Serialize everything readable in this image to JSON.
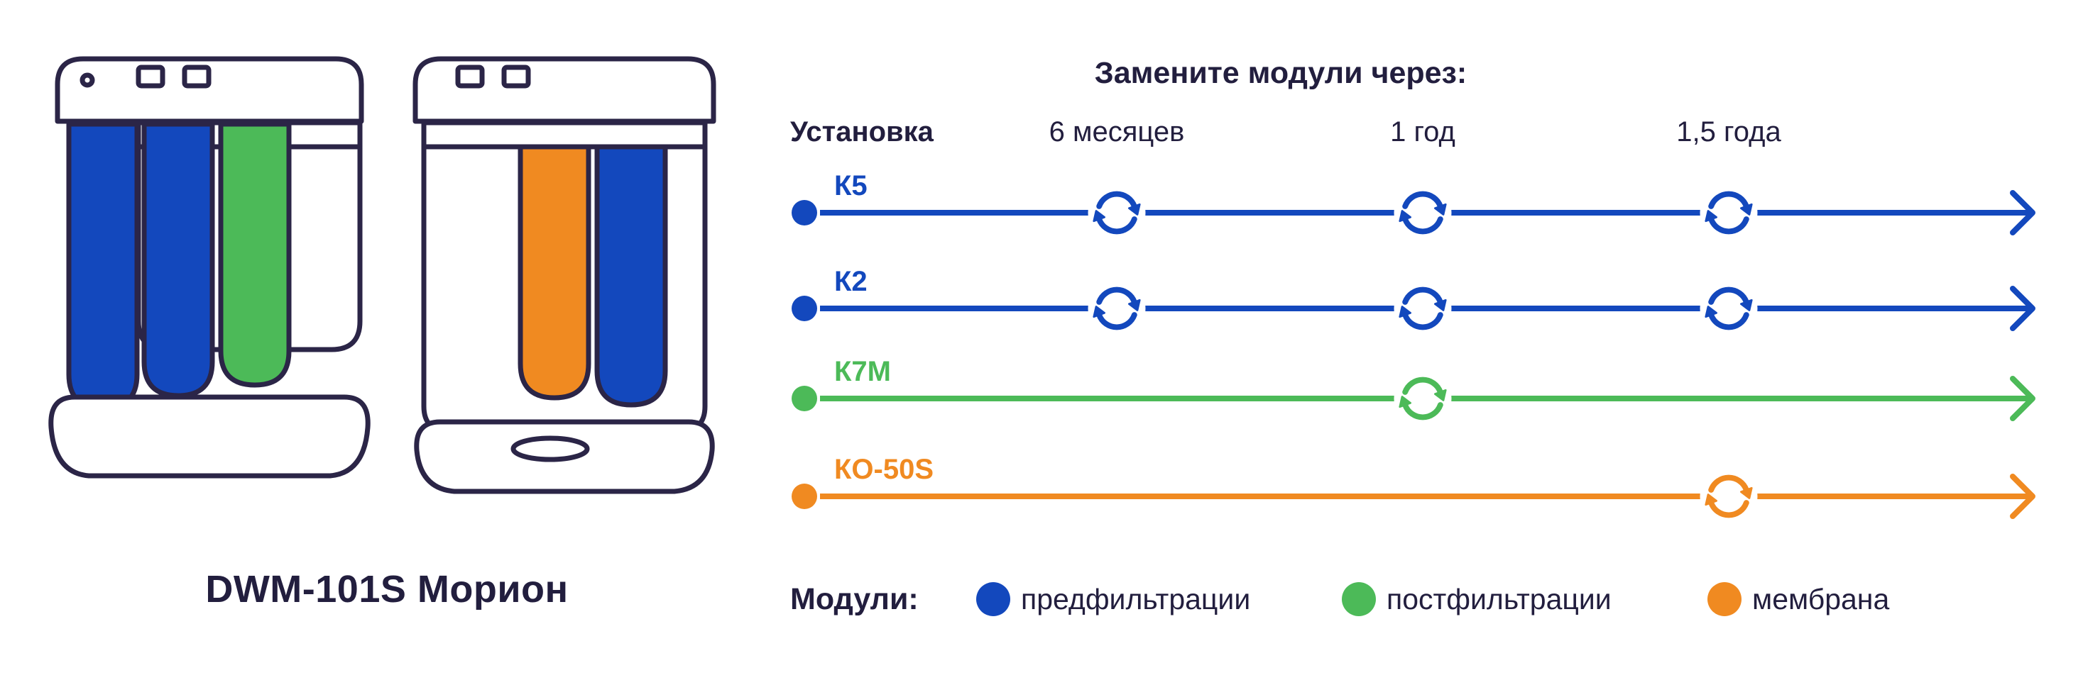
{
  "colors": {
    "blue": "#1348BD",
    "green": "#4CBA58",
    "orange": "#F08A21",
    "text_dark": "#221E3E",
    "outline": "#2B2547"
  },
  "device": {
    "caption": "DWM-101S Морион",
    "left_unit_cartridges": [
      "blue",
      "blue",
      "green"
    ],
    "right_unit_cartridges": [
      "orange",
      "blue"
    ]
  },
  "timeline": {
    "title": "Замените модули через:",
    "install_label": "Установка",
    "columns": [
      "6 месяцев",
      "1 год",
      "1,5 года"
    ],
    "rows": [
      {
        "label": "К5",
        "color": "blue",
        "replacements": [
          "6 месяцев",
          "1 год",
          "1,5 года"
        ]
      },
      {
        "label": "К2",
        "color": "blue",
        "replacements": [
          "6 месяцев",
          "1 год",
          "1,5 года"
        ]
      },
      {
        "label": "К7М",
        "color": "green",
        "replacements": [
          "1 год"
        ]
      },
      {
        "label": "КО-50S",
        "color": "orange",
        "replacements": [
          "1,5 года"
        ]
      }
    ]
  },
  "legend": {
    "title": "Модули:",
    "items": [
      {
        "label": "предфильтрации",
        "color": "blue"
      },
      {
        "label": "постфильтрации",
        "color": "green"
      },
      {
        "label": "мембрана",
        "color": "orange"
      }
    ]
  }
}
